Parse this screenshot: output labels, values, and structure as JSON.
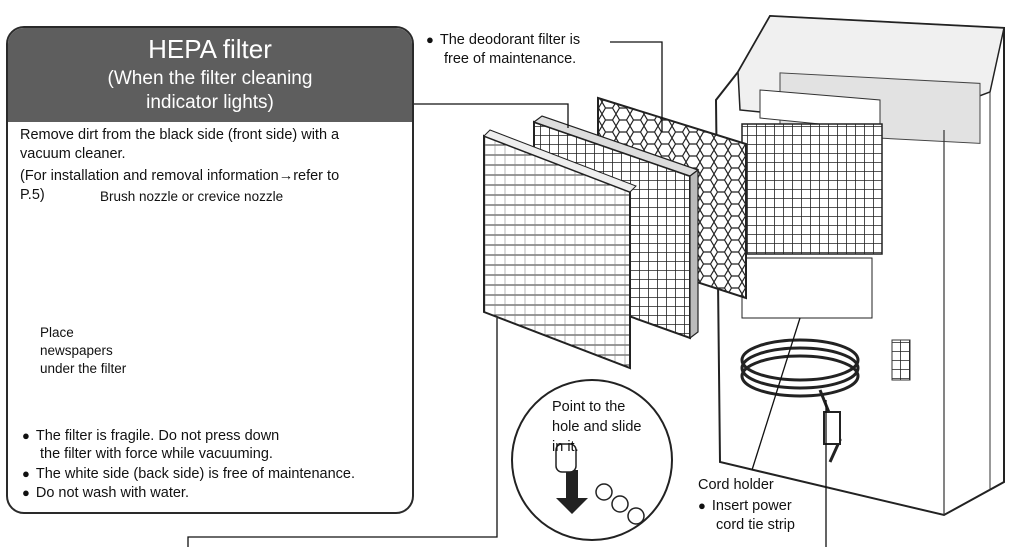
{
  "hepa_panel": {
    "title": "HEPA filter",
    "subtitle_line1": "(When the filter cleaning",
    "subtitle_line2": "indicator lights)",
    "instruction_line1": "Remove dirt from the black side (front side) with a",
    "instruction_line2": "vacuum cleaner.",
    "reference_line1": "(For installation and removal information→refer to",
    "reference_line2": "P.5)",
    "nozzle_label": "Brush nozzle or crevice nozzle",
    "newspaper_line1": "Place",
    "newspaper_line2": "newspapers",
    "newspaper_line3": "under the filter",
    "notes": [
      "The filter is fragile. Do not press down",
      "the filter with force while vacuuming.",
      "The white side (back side) is free of maintenance.",
      "Do not wash with water."
    ]
  },
  "deodorant": {
    "line1": "The deodorant filter is",
    "line2": "free of maintenance."
  },
  "detail_circle": {
    "line1": "Point to the",
    "line2": "hole and slide",
    "line3": "in it."
  },
  "cord_holder": {
    "title": "Cord holder",
    "line1": "Insert power",
    "line2": "cord tie strip"
  }
}
